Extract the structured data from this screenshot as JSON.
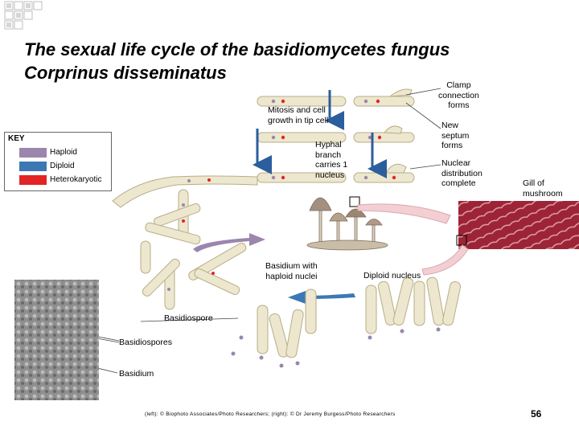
{
  "title_line1": "The sexual life cycle of the basidiomycetes fungus",
  "title_line2": "Corprinus disseminatus",
  "key": {
    "title": "KEY",
    "items": [
      {
        "label": "Haploid",
        "color": "#9b86ad"
      },
      {
        "label": "Diploid",
        "color": "#3b78b5"
      },
      {
        "label": "Heterokaryotic",
        "color": "#e32424"
      }
    ]
  },
  "labels": {
    "clamp": "Clamp\nconnection\nforms",
    "mitosis": "Mitosis and cell\ngrowth in tip cell",
    "septum": "New\nseptum\nforms",
    "hyphal": "Hyphal\nbranch\ncarries 1\nnucleus",
    "nuclear": "Nuclear\ndistribution\ncomplete",
    "gill": "Gill of\nmushroom",
    "basidium_haploid": "Basidium with\nhaploid nuclei",
    "diploid_nucleus": "Diploid nucleus",
    "basidiospore": "Basidiospore",
    "basidiospores": "Basidiospores",
    "basidium": "Basidium"
  },
  "credit": "(left): © Biophoto Associates/Photo Researchers; (right): © Dr Jeremy Burgess/Photo Researchers",
  "page_number": "56",
  "colors": {
    "hypha_fill": "#ede7cf",
    "hypha_stroke": "#b7ad84",
    "arrow_blue": "#2b5e9c",
    "gill": "#9c2436",
    "micrograph": "#9a9a9a",
    "pink_arrow": "#f3cfd4"
  }
}
